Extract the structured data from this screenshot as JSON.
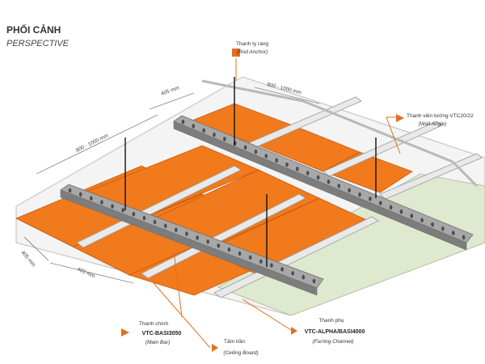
{
  "title": "PHỐI CẢNH",
  "subtitle": "PERSPECTIVE",
  "colors": {
    "board": "#f07a1c",
    "board_edge": "#c85a10",
    "ceiling_plain": "#dfe9cf",
    "bar": "#a8a8a8",
    "bar_dark": "#7d7d7d",
    "leader": "#e07020",
    "frame": "#b9b9b9"
  },
  "dimensions": {
    "d1": "405 mm",
    "d2": "800 - 1000 mm",
    "d3": "800 - 1000 mm",
    "d4": "405 mm",
    "d5": "405 mm"
  },
  "labels": {
    "rod": {
      "vi": "Thanh ty ràng",
      "en": "(Rod Anchor)"
    },
    "wall": {
      "vi": "Thanh viền tường VTC20/22",
      "en": "(Wall Angle)"
    },
    "main": {
      "vi": "Thanh chính",
      "code": "VTC-BASI3050",
      "en": "(Main Bar)"
    },
    "board": {
      "vi": "Tấm trần",
      "en": "(Ceiling Board)"
    },
    "furring": {
      "vi": "Thanh phụ",
      "code": "VTC-ALPHA/BASI4000",
      "en": "(Furring Channel)"
    }
  }
}
